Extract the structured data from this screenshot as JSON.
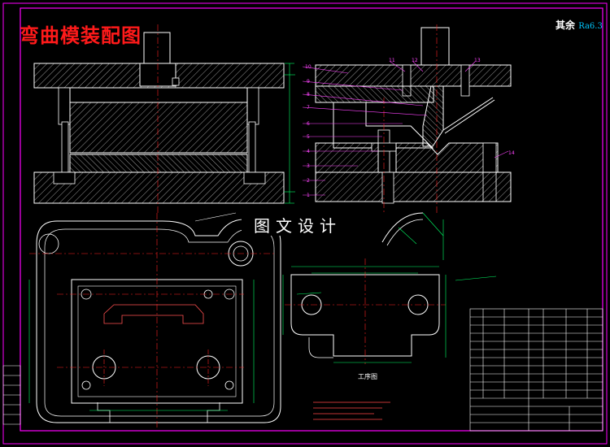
{
  "drawing": {
    "title": "弯曲模装配图",
    "roughness": "其余",
    "roughness_value": "Ra6.3",
    "watermark": "图文设计",
    "part_label": "工序图"
  },
  "callouts": [
    "10",
    "9",
    "8",
    "7",
    "6",
    "5",
    "4",
    "3",
    "2",
    "1",
    "11",
    "12",
    "13",
    "14"
  ],
  "colors": {
    "background": "#000000",
    "frame": "#ff00ff",
    "outline": "#ffffff",
    "centerline": "#ff2020",
    "dimension": "#00ff66",
    "leader": "#ff44ff",
    "hidden": "#ffff00",
    "title_text": "#ff1a1a"
  }
}
